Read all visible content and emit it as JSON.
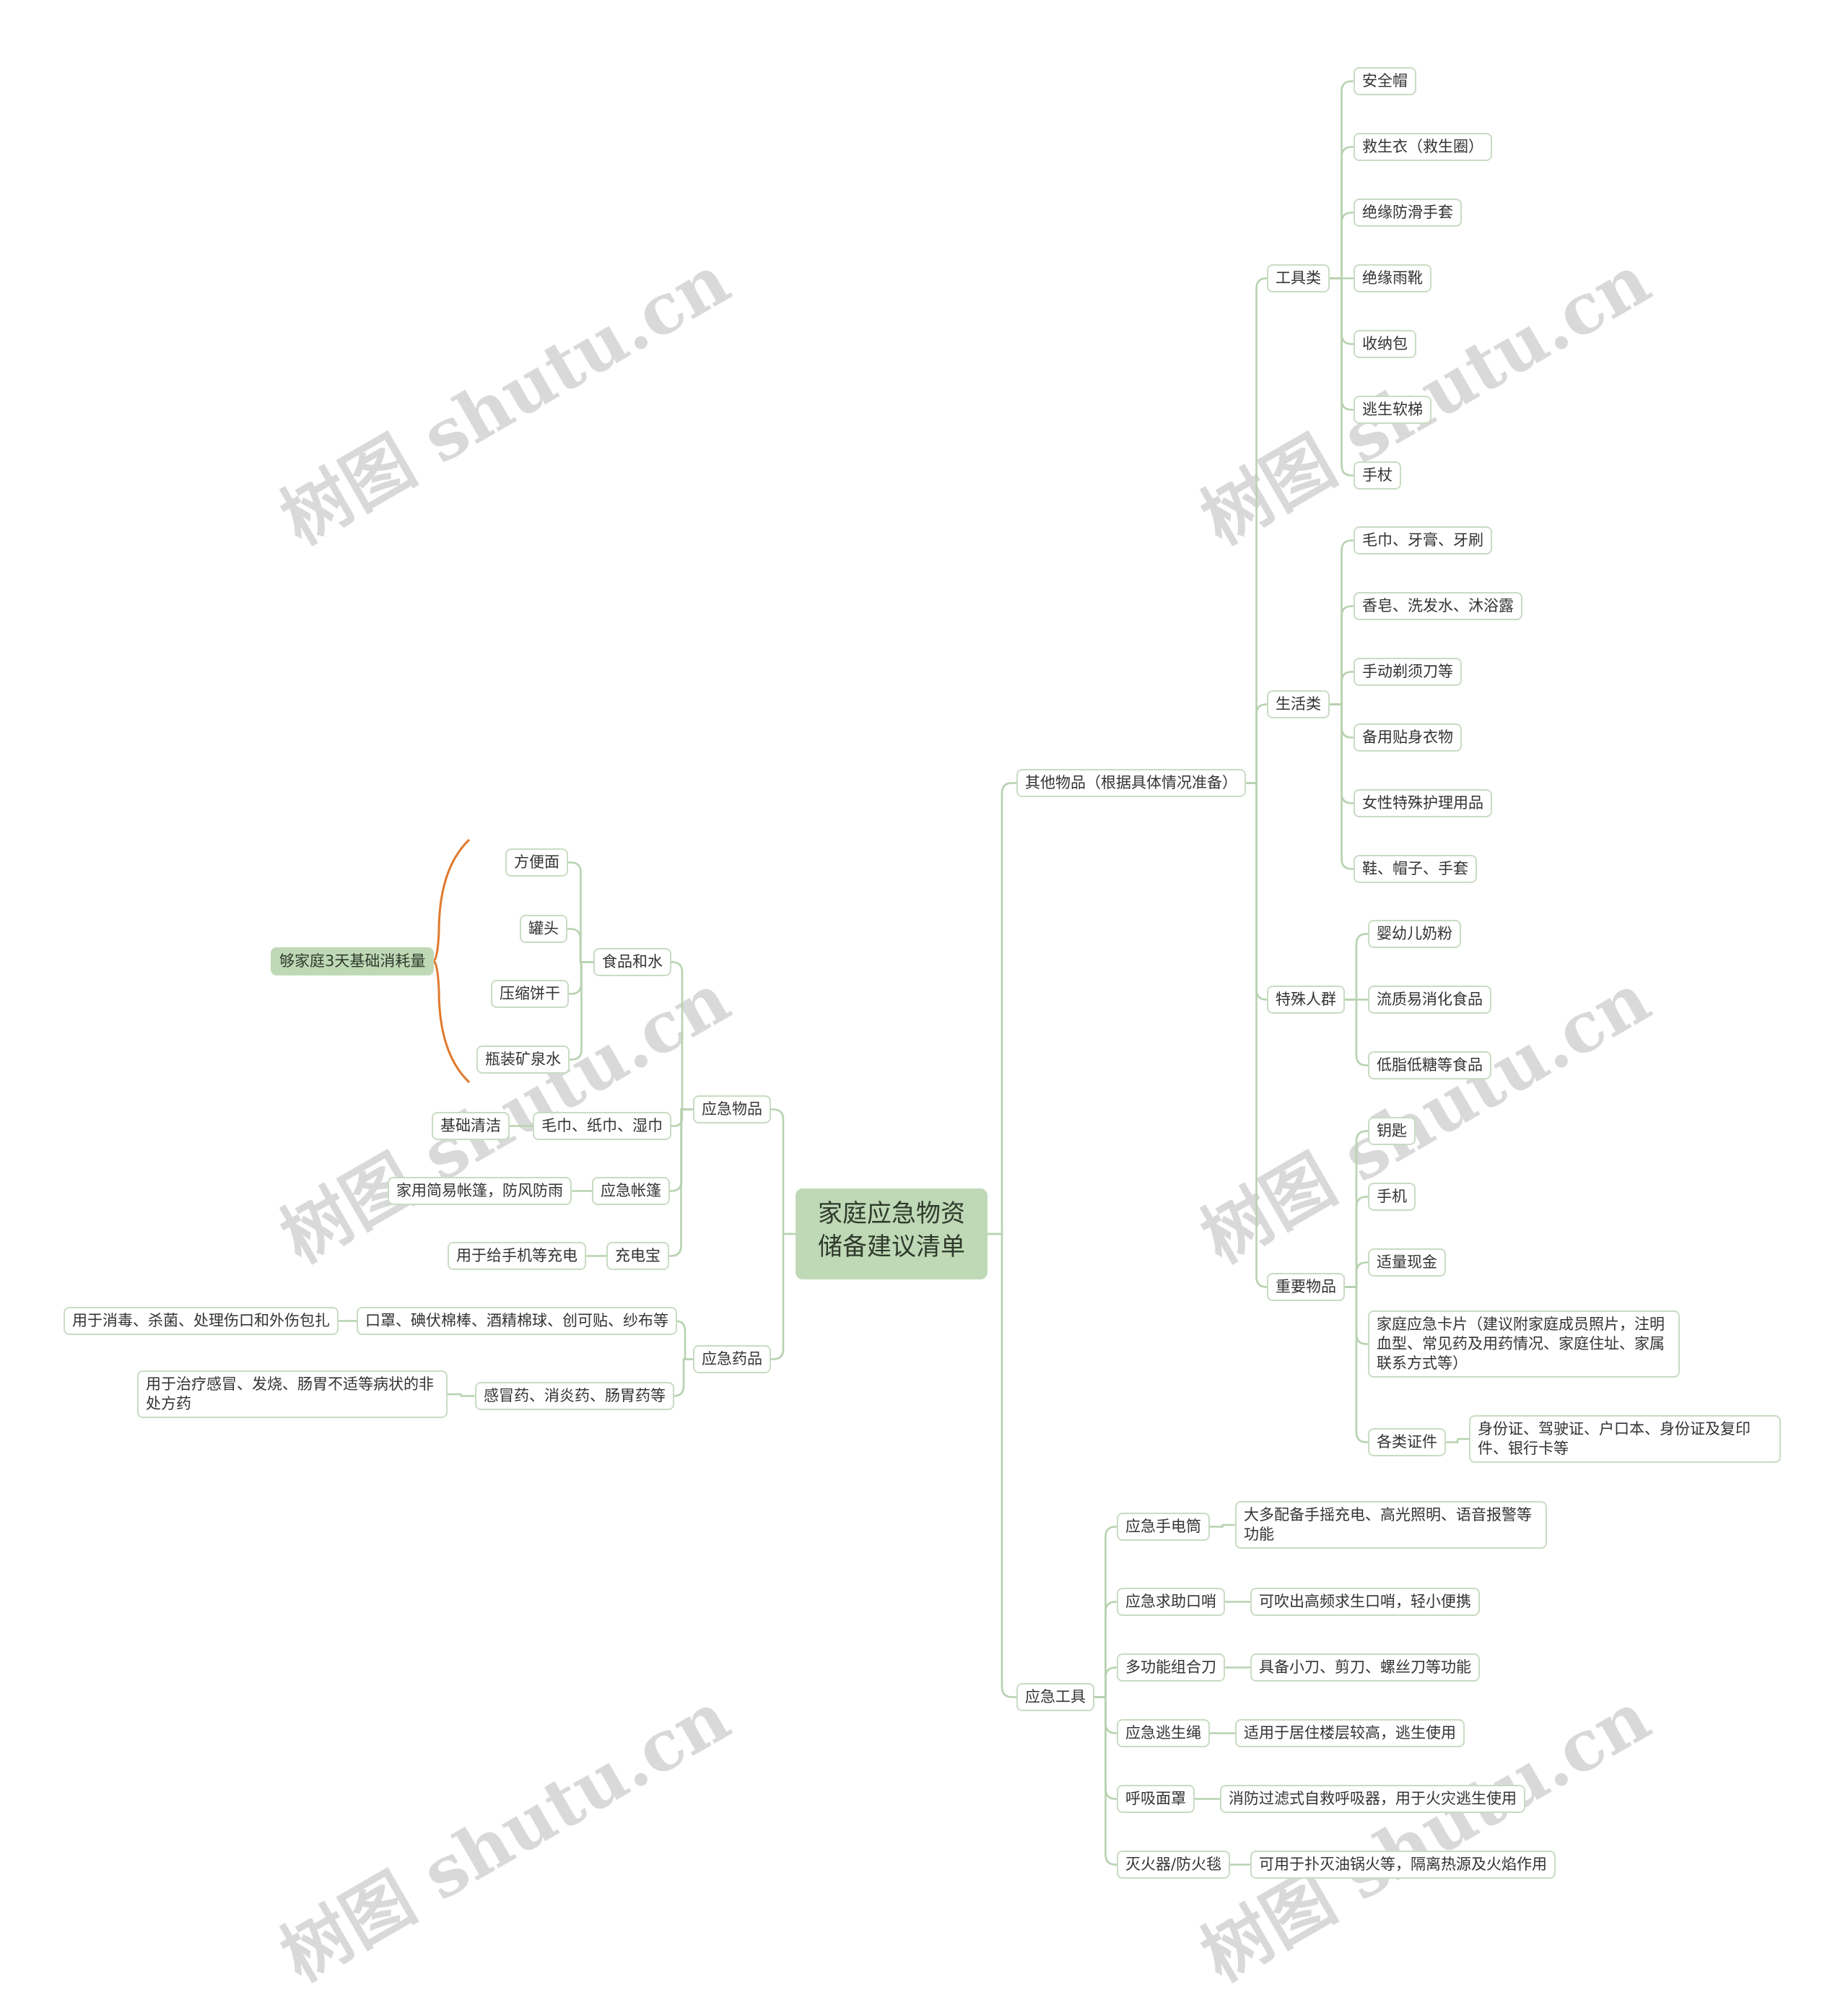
{
  "watermark": "树图 shutu.cn",
  "nodes": {
    "root": "家庭应急物资储备建议清单",
    "emergency_items": "应急物品",
    "food_water": "食品和水",
    "instant_noodles": "方便面",
    "canned": "罐头",
    "biscuits": "压缩饼干",
    "bottled_water": "瓶装矿泉水",
    "food_note": "够家庭3天基础消耗量",
    "basic_cleaning": "基础清洁",
    "towels_tissues": "毛巾、纸巾、湿巾",
    "emergency_tent": "应急帐篷",
    "tent_desc": "家用简易帐篷，防风防雨",
    "power_bank": "充电宝",
    "power_bank_desc": "用于给手机等充电",
    "emergency_medicine": "应急药品",
    "first_aid": "口罩、碘伏棉棒、酒精棉球、创可贴、纱布等",
    "first_aid_desc": "用于消毒、杀菌、处理伤口和外伤包扎",
    "cold_medicine": "感冒药、消炎药、肠胃药等",
    "cold_medicine_desc": "用于治疗感冒、发烧、肠胃不适等病状的非处方药",
    "other_items": "其他物品（根据具体情况准备）",
    "tools": "工具类",
    "helmet": "安全帽",
    "life_jacket": "救生衣（救生圈）",
    "gloves": "绝缘防滑手套",
    "rain_boots": "绝缘雨靴",
    "storage_bag": "收纳包",
    "escape_ladder": "逃生软梯",
    "cane": "手杖",
    "daily_life": "生活类",
    "toiletries": "毛巾、牙膏、牙刷",
    "soap": "香皂、洗发水、沐浴露",
    "razor": "手动剃须刀等",
    "underwear": "备用贴身衣物",
    "feminine": "女性特殊护理用品",
    "shoes": "鞋、帽子、手套",
    "special_groups": "特殊人群",
    "infant_formula": "婴幼儿奶粉",
    "liquid_food": "流质易消化食品",
    "low_fat": "低脂低糖等食品",
    "important_items": "重要物品",
    "keys": "钥匙",
    "phone": "手机",
    "cash": "适量现金",
    "emergency_card": "家庭应急卡片（建议附家庭成员照片，注明血型、常见药及用药情况、家庭住址、家属联系方式等）",
    "certificates": "各类证件",
    "certificates_desc": "身份证、驾驶证、户口本、身份证及复印件、银行卡等",
    "emergency_tools": "应急工具",
    "flashlight": "应急手电筒",
    "flashlight_desc": "大多配备手摇充电、高光照明、语音报警等功能",
    "whistle": "应急求助口哨",
    "whistle_desc": "可吹出高频求生口哨，轻小便携",
    "multitool": "多功能组合刀",
    "multitool_desc": "具备小刀、剪刀、螺丝刀等功能",
    "escape_rope": "应急逃生绳",
    "escape_rope_desc": "适用于居住楼层较高，逃生使用",
    "respirator": "呼吸面罩",
    "respirator_desc": "消防过滤式自救呼吸器，用于火灾逃生使用",
    "extinguisher": "灭火器/防火毯",
    "extinguisher_desc": "可用于扑灭油锅火等，隔离热源及火焰作用"
  },
  "colors": {
    "branch_line": "#b7d2b0",
    "node_border": "#c9dcc3",
    "root_fill": "#bfd9b6",
    "bracket": "#e07a2e"
  }
}
